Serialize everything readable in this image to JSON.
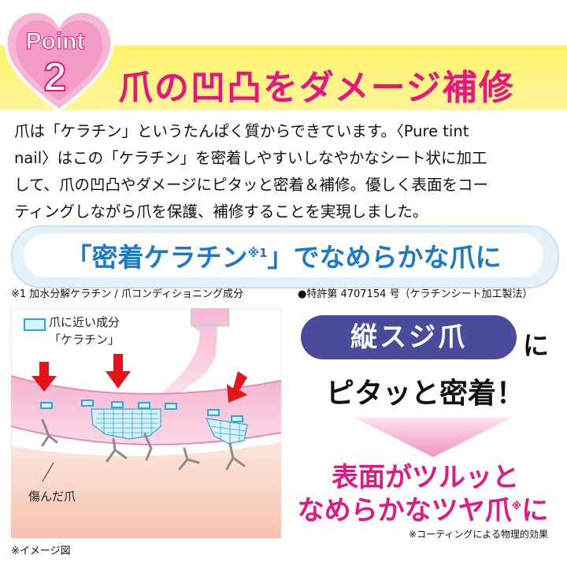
{
  "header": {
    "point_label": "Point",
    "point_number": "2",
    "title": "爪の凹凸をダメージ補修"
  },
  "body": {
    "lines": [
      "爪は「ケラチン」というたんぱく質からできています。〈Pure tint",
      "nail〉はこの「ケラチン」を密着しやすいしなやかなシート状に加工",
      "して、爪の凹凸やダメージにピタッと密着＆補修。優しく表面をコー",
      "ティングしながら爪を保護、補修することを実現しました。"
    ]
  },
  "banner": {
    "text_before": "「密着ケラチン",
    "superscript": "※1",
    "text_after": "」でなめらかな爪に"
  },
  "notes": {
    "left": "※1 加水分解ケラチン / 爪コンディショニング成分",
    "right": "●特許第 4707154 号（ケラチンシート加工製法）"
  },
  "diagram": {
    "legend_line1": "爪に近い成分",
    "legend_line2": "「ケラチン」",
    "damaged_label": "傷んだ爪",
    "image_note": "※イメージ図"
  },
  "effect": {
    "pill_label": "縦スジ爪",
    "pill_suffix": "に",
    "adhere_text": "ピタッと密着！",
    "result_line1": "表面がツルッと",
    "result_line2_before": "なめらかなツヤ爪",
    "result_line2_sup": "※",
    "result_line2_after": "に",
    "coating_note": "※コーティングによる物理的効果"
  },
  "colors": {
    "accent_pink": "#e6157f",
    "band_yellow": "#fff36a",
    "banner_blue": "#1c79c8",
    "pill_purple": "#4b4b9c",
    "keratin_cyan": "#2aa6dd",
    "arrow_red": "#e5141b"
  }
}
